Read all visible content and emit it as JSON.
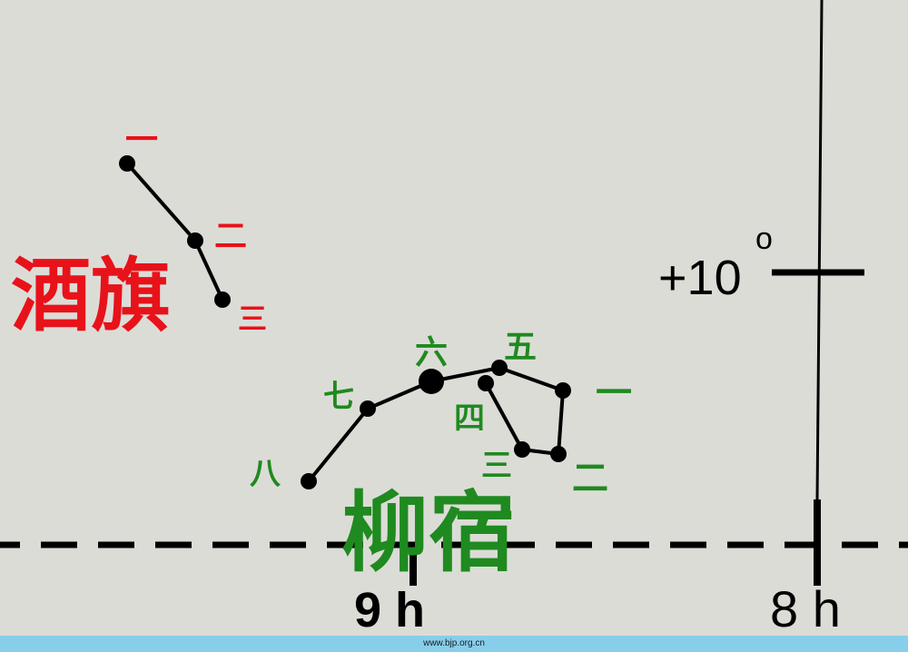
{
  "colors": {
    "background": "#dcdcd7",
    "jiuqi": "#e8121a",
    "liuxiu": "#1f8a1f",
    "lines": "#000000",
    "footer_bg": "#87ceeb"
  },
  "constellations": {
    "jiuqi": {
      "name": "酒旗",
      "stars": [
        "一",
        "二",
        "三"
      ]
    },
    "liuxiu": {
      "name": "柳宿",
      "stars": [
        "一",
        "二",
        "三",
        "四",
        "五",
        "六",
        "七",
        "八"
      ]
    }
  },
  "grid": {
    "dec_label": "+10",
    "dec_degree_mark": "o",
    "ra_labels": [
      "9 h",
      "8 h"
    ]
  },
  "footer": {
    "text": "www.bjp.org.cn"
  }
}
